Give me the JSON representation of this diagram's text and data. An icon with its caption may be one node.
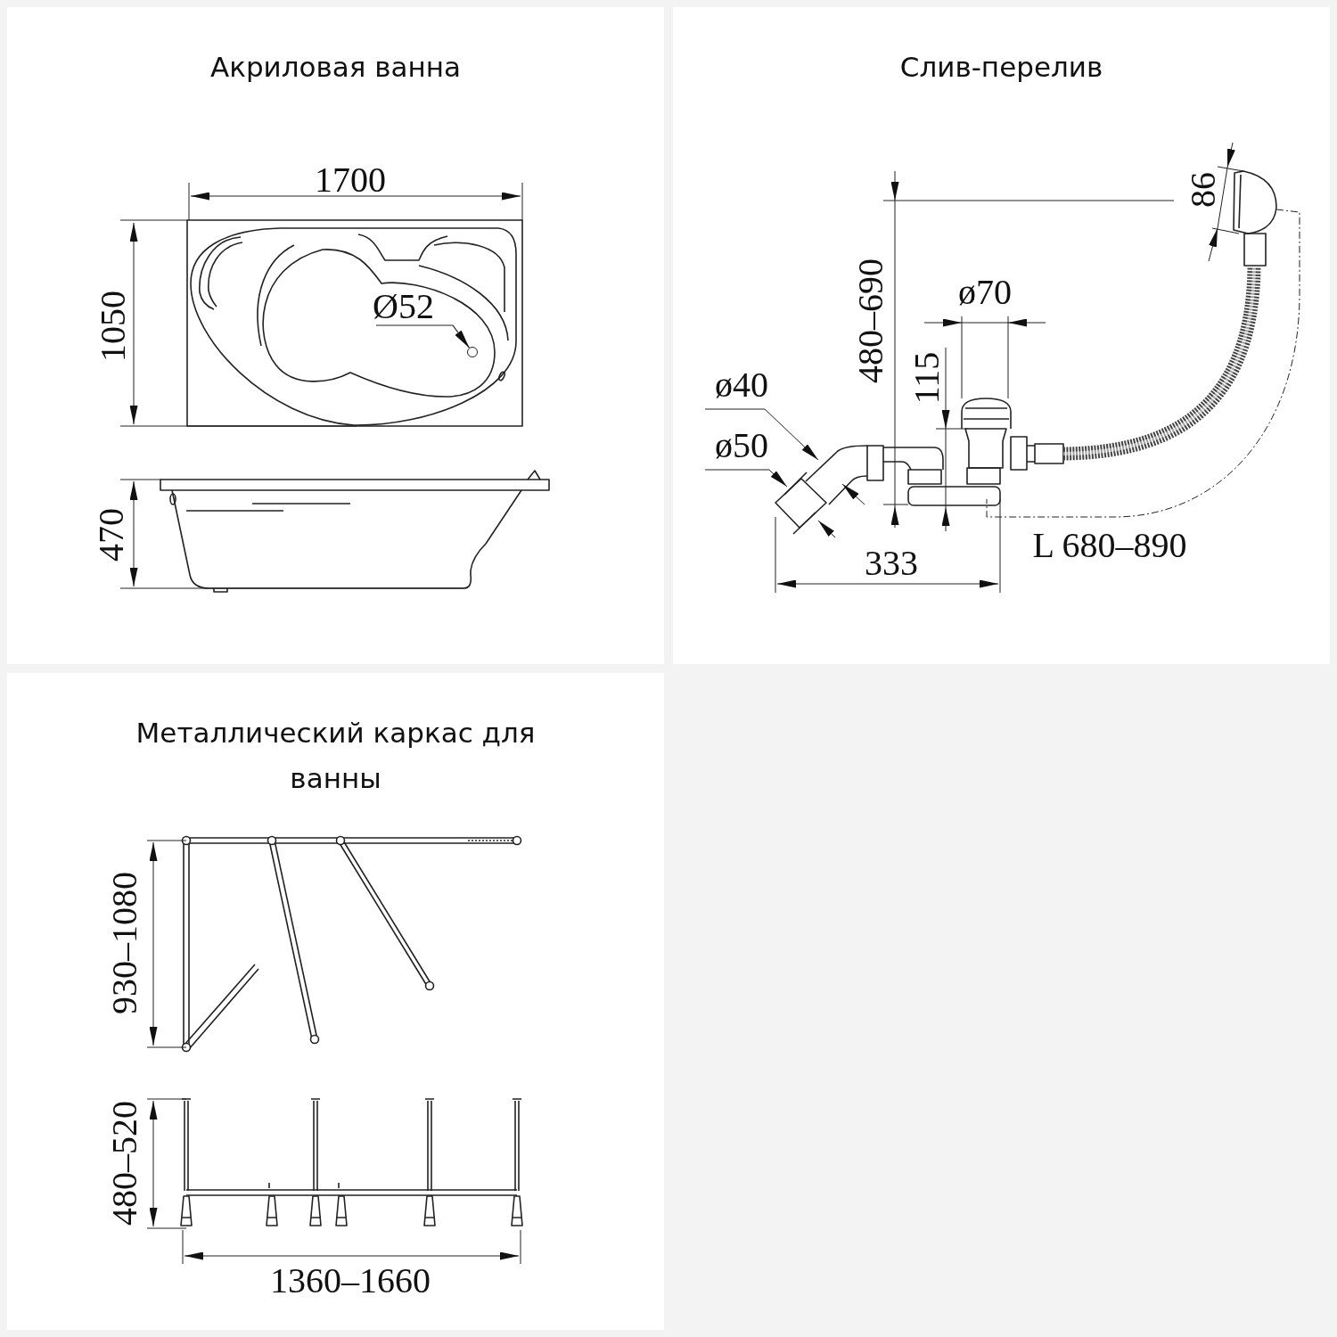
{
  "diagram": {
    "nodes": [
      {
        "text": [
          "Акриловая ванна"
        ]
      },
      {
        "text": [
          "Слив-перелив"
        ]
      },
      {
        "text": [
          "Металлический каркас для ванны"
        ]
      },
      {
        "text": [
          "Ø52"
        ],
        "in": 0
      },
      {
        "text": [],
        "shape": "circle",
        "in": 0
      }
    ],
    "edges": [
      {
        "from": 3,
        "to": 4,
        "arrow": "to"
      }
    ],
    "labels": [
      "1700",
      "1050",
      "470",
      "86",
      "480–690",
      "ø70",
      "115",
      "ø40",
      "ø50",
      "333",
      "L 680–890",
      "930–1080",
      "480–520",
      "1360–1660"
    ]
  }
}
